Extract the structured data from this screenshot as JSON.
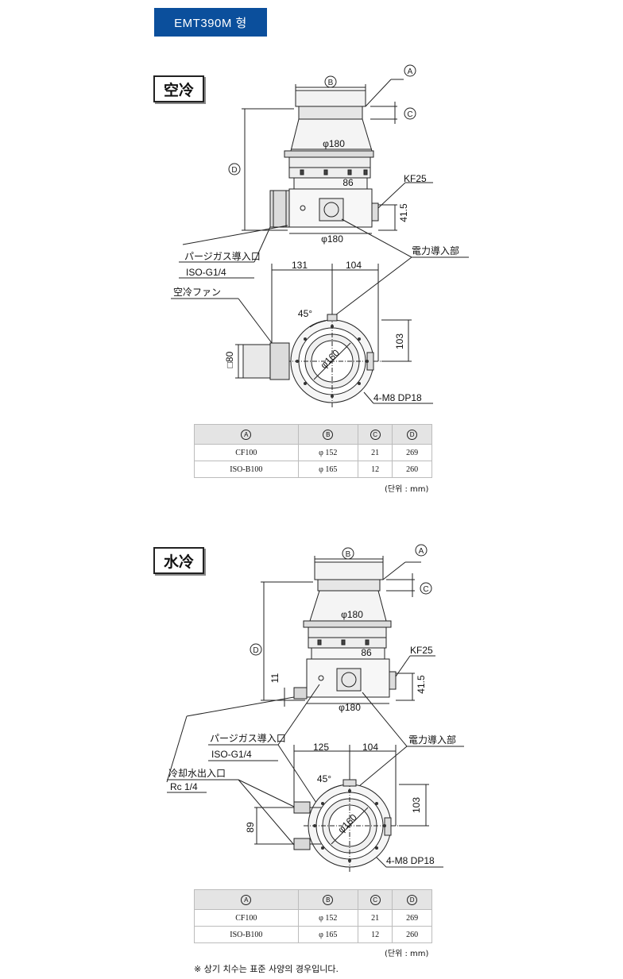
{
  "model_title": "EMT390M 형",
  "sections": [
    {
      "label": "空冷",
      "callouts": {
        "purge": "パージガス導入口",
        "purge_spec": "ISO-G1/4",
        "cooling": "空冷ファン",
        "power": "電力導入部",
        "kf": "KF25",
        "bolts": "4-M8 DP18"
      },
      "dims": {
        "d180_top": "φ180",
        "d180_bottom": "φ180",
        "d160": "φ160",
        "w86": "86",
        "h41": "41.5",
        "l131": "131",
        "l104": "104",
        "l103": "103",
        "angle": "45°",
        "fan": "□80"
      },
      "table": {
        "headers": [
          "A",
          "B",
          "C",
          "D"
        ],
        "rows": [
          [
            "CF100",
            "φ 152",
            "21",
            "269"
          ],
          [
            "ISO-B100",
            "φ 165",
            "12",
            "260"
          ]
        ]
      },
      "unit": "(단위 : mm)"
    },
    {
      "label": "水冷",
      "callouts": {
        "purge": "パージガス導入口",
        "purge_spec": "ISO-G1/4",
        "water": "冷却水出入口",
        "water_spec": "Rc 1/4",
        "power": "電力導入部",
        "kf": "KF25",
        "bolts": "4-M8 DP18"
      },
      "dims": {
        "d180_top": "φ180",
        "d180_bottom": "φ180",
        "d160": "φ160",
        "w86": "86",
        "h41": "41.5",
        "h11": "11",
        "l125": "125",
        "l104": "104",
        "l103": "103",
        "l89": "89",
        "angle": "45°"
      },
      "table": {
        "headers": [
          "A",
          "B",
          "C",
          "D"
        ],
        "rows": [
          [
            "CF100",
            "φ 152",
            "21",
            "269"
          ],
          [
            "ISO-B100",
            "φ 165",
            "12",
            "260"
          ]
        ]
      },
      "unit": "(단위 : mm)"
    }
  ],
  "footnote": "※ 상기 치수는 표준 사양의 경우입니다."
}
